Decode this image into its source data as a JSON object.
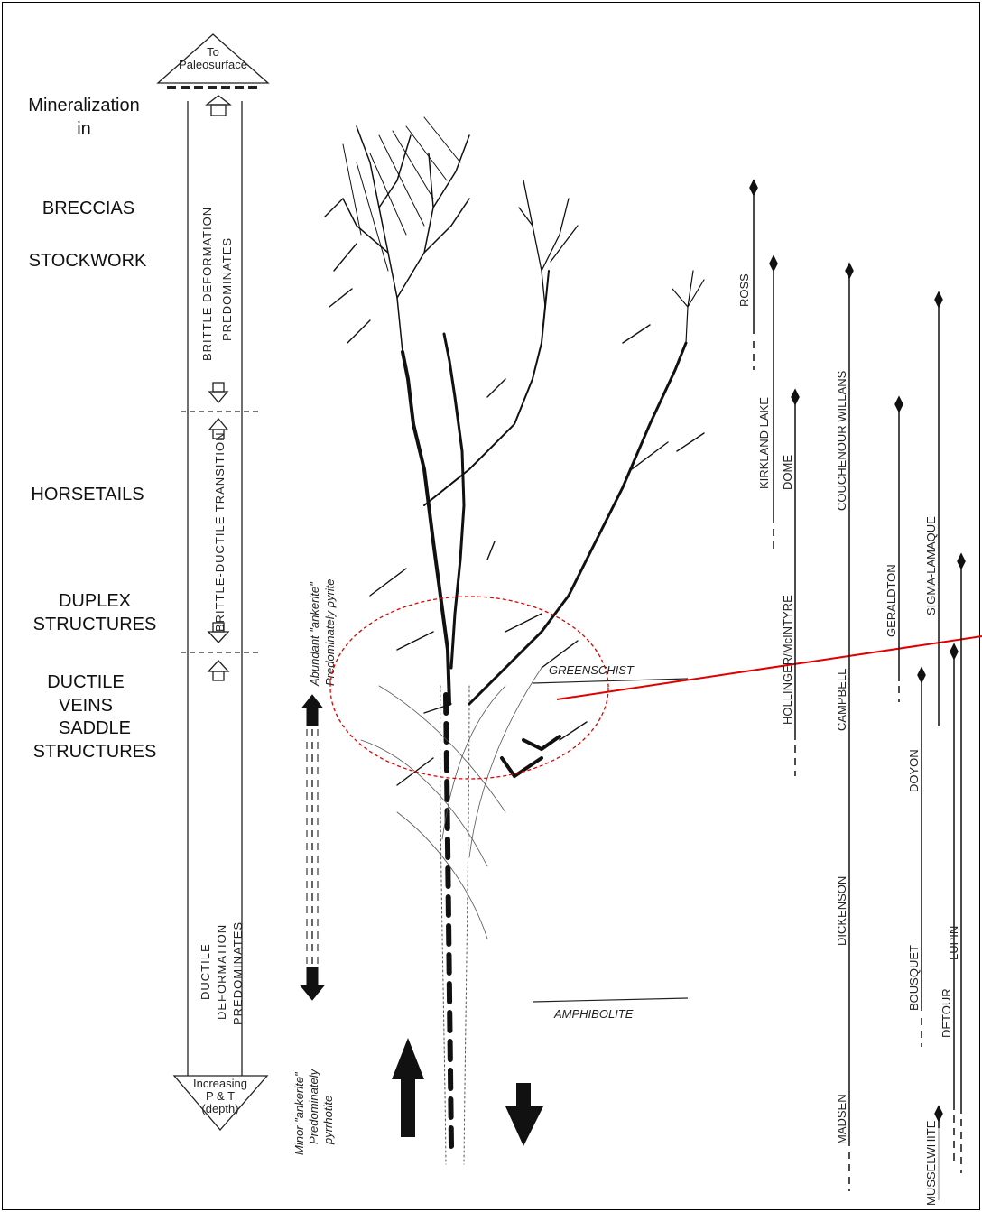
{
  "column_top": {
    "line1": "To",
    "line2": "Paleosurface"
  },
  "column_bottom": {
    "line1": "Increasing",
    "line2": "P & T",
    "line3": "(depth)"
  },
  "zones": {
    "brittle": {
      "line1": "BRITTLE DEFORMATION",
      "line2": "PREDOMINATES"
    },
    "transition": "BRITTLE-DUCTILE TRANSITION",
    "ductile": {
      "line1": "DUCTILE",
      "line2": "DEFORMATION",
      "line3": "PREDOMINATES"
    }
  },
  "styles": {
    "heading": "Mineralization in",
    "breccias": "BRECCIAS",
    "stockwork": "STOCKWORK",
    "horsetails": "HORSETAILS",
    "duplex": "DUPLEX STRUCTURES",
    "saddle": "SADDLE STRUCTURES",
    "ductile_veins": "DUCTILE VEINS"
  },
  "alteration": {
    "upper": {
      "line1": "Abundant \"ankerite\"",
      "line2": "Predominately pyrite"
    },
    "lower": {
      "line1": "Minor \"ankerite\"",
      "line2": "Predominately",
      "line3": "pyrrhotite"
    }
  },
  "facies": {
    "greenschist": "GREENSCHIST",
    "amphibolite": "AMPHIBOLITE"
  },
  "mines": {
    "ross": "ROSS",
    "kirkland_lake": "KIRKLAND LAKE",
    "dome": "DOME",
    "hollinger": "HOLLINGER/McINTYRE",
    "couchenour": "COUCHENOUR WILLANS",
    "campbell": "CAMPBELL",
    "dickenson": "DICKENSON",
    "madsen": "MADSEN",
    "geraldton": "GERALDTON",
    "doyon": "DOYON",
    "bousquet": "BOUSQUET",
    "sigma": "SIGMA-LAMAQUE",
    "lupin": "LUPIN",
    "detour": "DETOUR",
    "musselwhite": "MUSSELWHITE"
  },
  "colors": {
    "ink": "#111111",
    "highlight": "#e00000"
  }
}
